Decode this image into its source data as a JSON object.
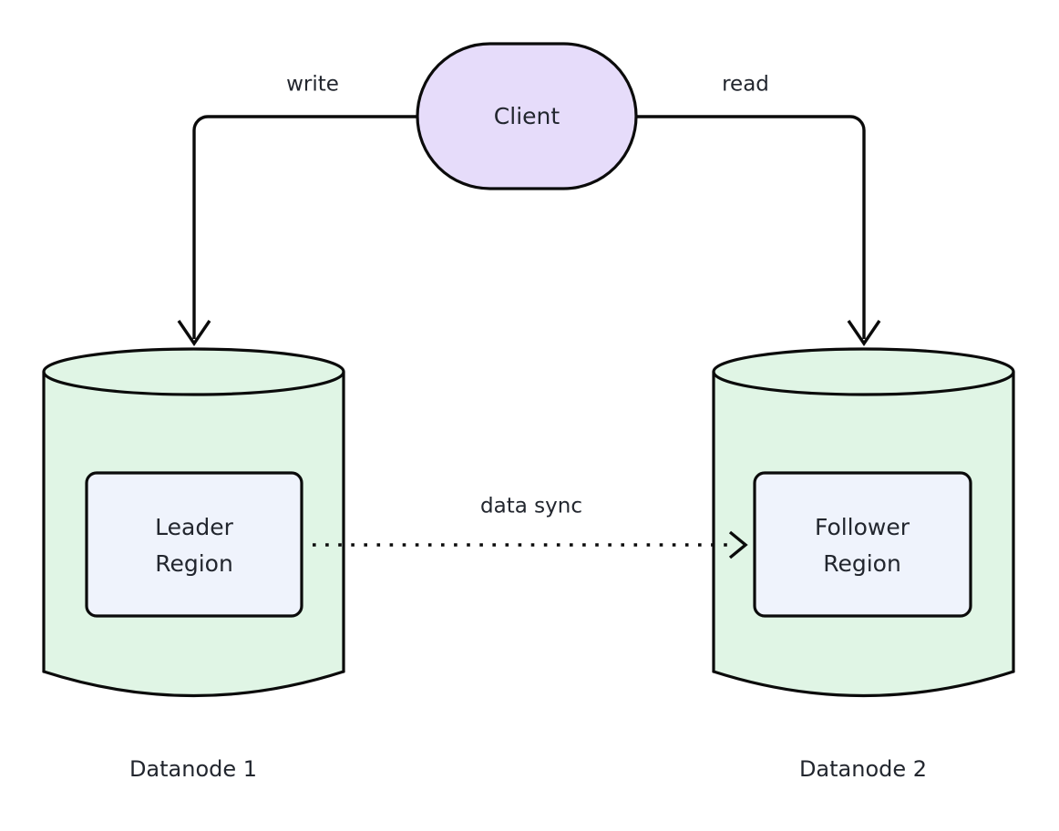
{
  "diagram": {
    "type": "architecture-flow",
    "background_color": "#ffffff",
    "stroke_color": "#0b0b0b",
    "text_color": "#22262e"
  },
  "nodes": {
    "client": {
      "label": "Client",
      "shape": "stadium",
      "fill_color": "#e6dcfa"
    },
    "datanode1": {
      "caption": "Datanode 1",
      "shape": "cylinder",
      "fill_color": "#e0f5e5",
      "region": {
        "line1": "Leader",
        "line2": "Region",
        "fill_color": "#eff3fc"
      }
    },
    "datanode2": {
      "caption": "Datanode 2",
      "shape": "cylinder",
      "fill_color": "#e0f5e5",
      "region": {
        "line1": "Follower",
        "line2": "Region",
        "fill_color": "#eff3fc"
      }
    }
  },
  "edges": {
    "write": {
      "label": "write",
      "from": "client",
      "to": "datanode1",
      "style": "solid-arrow"
    },
    "read": {
      "label": "read",
      "from": "client",
      "to": "datanode2",
      "style": "solid-arrow"
    },
    "data_sync": {
      "label": "data sync",
      "from": "leader-region",
      "to": "follower-region",
      "style": "dotted-arrow"
    }
  }
}
